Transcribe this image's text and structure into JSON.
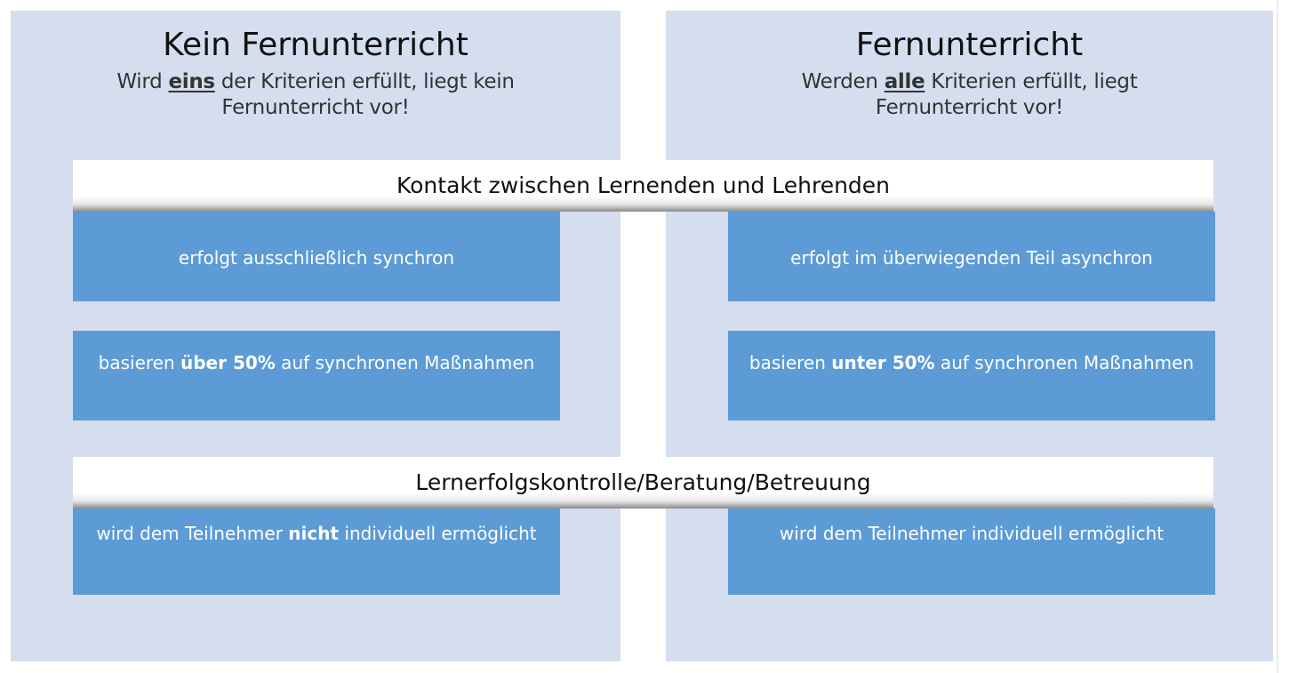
{
  "left": {
    "title": "Kein Fernunterricht",
    "subtitle_before": "Wird ",
    "subtitle_emph": "eins",
    "subtitle_after": " der Kriterien erfüllt, liegt kein Fernunterricht vor!"
  },
  "right": {
    "title": "Fernunterricht",
    "subtitle_before": "Werden ",
    "subtitle_emph": "alle",
    "subtitle_after": " Kriterien erfüllt, liegt Fernunterricht vor!"
  },
  "bands": {
    "contact": "Kontakt zwischen Lernenden und Lehrenden",
    "control": "Lernerfolgskontrolle/Beratung/Betreuung"
  },
  "boxes": {
    "left_sync": "erfolgt ausschließlich synchron",
    "right_async": "erfolgt im überwiegenden Teil asynchron",
    "left_share_before": "basieren ",
    "left_share_bold": "über 50%",
    "left_share_after": " auf synchronen Maßnahmen",
    "right_share_before": "basieren ",
    "right_share_bold": "unter 50%",
    "right_share_after": " auf synchronen Maßnahmen",
    "left_support_before": "wird dem Teilnehmer ",
    "left_support_bold": "nicht",
    "left_support_after": " individuell ermöglicht",
    "right_support": "wird dem Teilnehmer individuell ermöglicht"
  },
  "colors": {
    "panel": "#d5deef",
    "box": "#5c9bd5",
    "band": "#ffffff"
  }
}
